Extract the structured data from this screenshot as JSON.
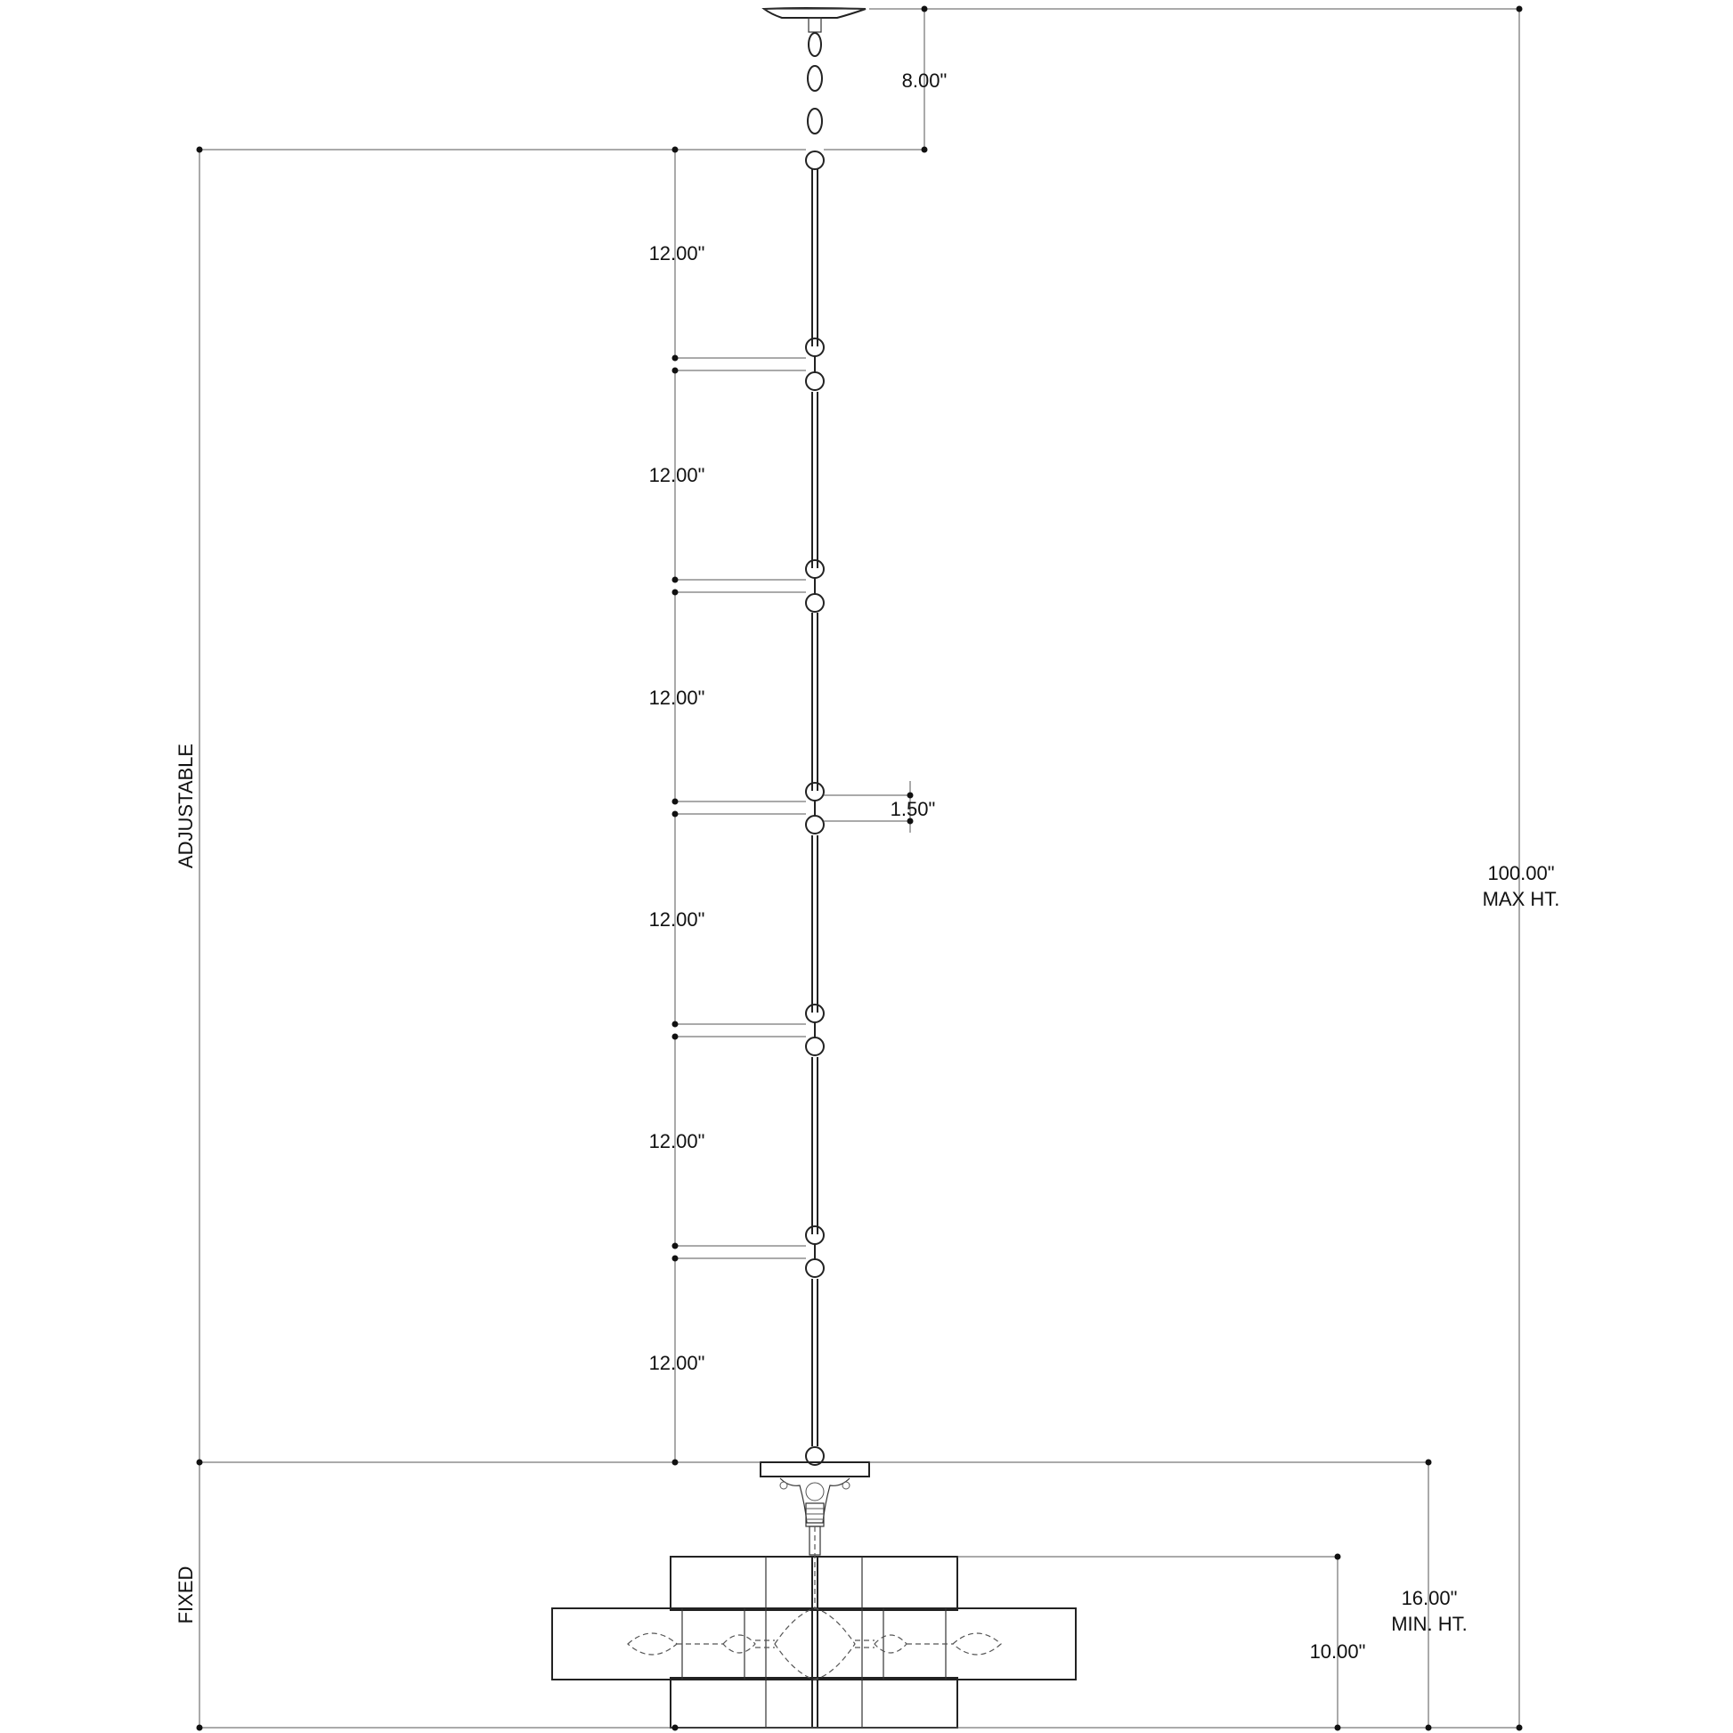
{
  "labels": {
    "canopy_chain": "8.00\"",
    "segments": [
      "12.00\"",
      "12.00\"",
      "12.00\"",
      "12.00\"",
      "12.00\"",
      "12.00\""
    ],
    "link_gap": "1.50\"",
    "max_height_value": "100.00\"",
    "max_height_note": "MAX HT.",
    "adjustable": "ADJUSTABLE",
    "fixed": "FIXED",
    "min_height_value": "16.00\"",
    "min_height_note": "MIN. HT.",
    "shade_height": "10.00\""
  }
}
